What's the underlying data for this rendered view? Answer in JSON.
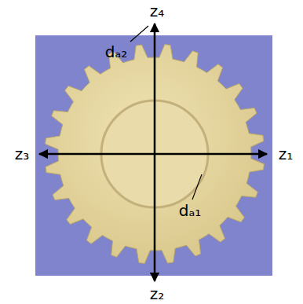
{
  "diagram": {
    "labels": [
      "z₄",
      "dₐ₂",
      "z₃",
      "z₁",
      "dₐ₁",
      "z₂"
    ]
  }
}
